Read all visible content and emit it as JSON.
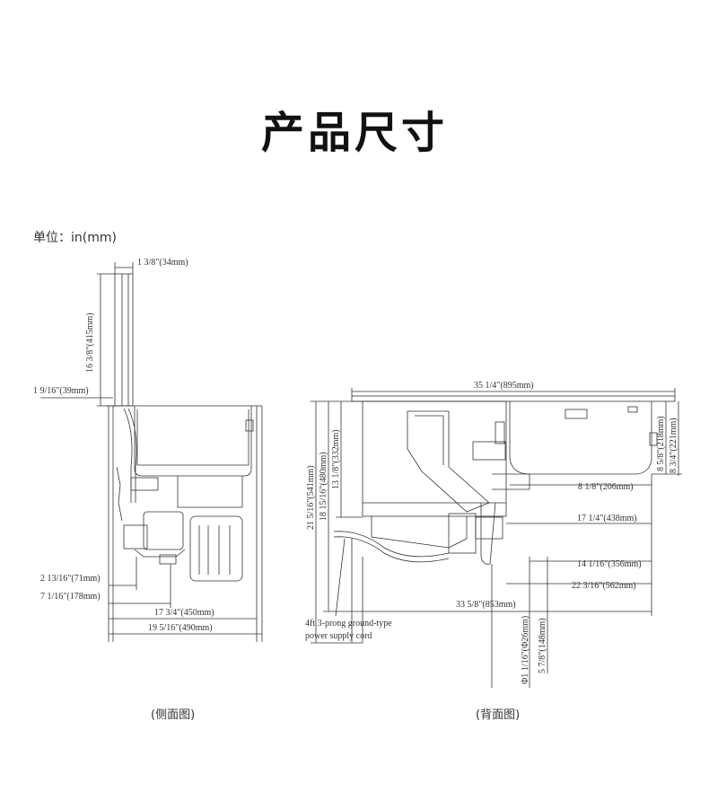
{
  "page_title": "产品尺寸",
  "unit_label": "单位：in(mm)",
  "side_view": {
    "caption": "(侧面图)",
    "dims": {
      "lid_thickness": "1 3/8\"(34mm)",
      "lid_height": "16 3/8\"(415mm)",
      "top_offset": "1 9/16\"(39mm)",
      "d71": "2 13/16\"(71mm)",
      "d178": "7 1/16\"(178mm)",
      "d450": "17 3/4\"(450mm)",
      "d490": "19 5/16\"(490mm)"
    }
  },
  "back_view": {
    "caption": "(背面图)",
    "cord_note": [
      "4ft 3-prong ground-type",
      "power supply cord"
    ],
    "dims": {
      "width_top": "35 1/4\"(895mm)",
      "h541": "21 5/16\"(541mm)",
      "h480": "18 15/16\"(480mm)",
      "h332": "13 1/8\"(332mm)",
      "h218": "8 5/8\"(218mm)",
      "h221": "8 3/4\"(221mm)",
      "w206": "8 1/8\"(206mm)",
      "w438": "17 1/4\"(438mm)",
      "w356": "14 1/16\"(356mm)",
      "w562": "22 3/16\"(562mm)",
      "w853": "33 5/8\"(853mm)",
      "phi26": "Φ1 1/16\"(Φ26mm)",
      "d148": "5 7/8\"(148mm)"
    }
  }
}
